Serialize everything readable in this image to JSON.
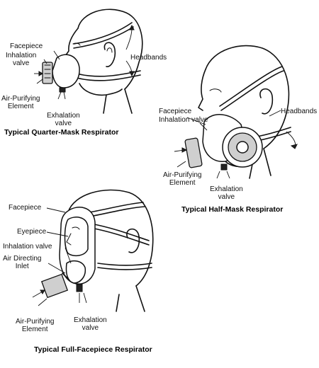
{
  "quarter_mask": {
    "caption": "Typical Quarter-Mask Respirator",
    "labels": {
      "facepiece": "Facepiece",
      "inhalation_valve": "Inhalation\nvalve",
      "air_purifying_element": "Air-Purifying\nElement",
      "exhalation_valve": "Exhalation\nvalve",
      "headbands": "Headbands"
    }
  },
  "half_mask": {
    "caption": "Typical Half-Mask Respirator",
    "labels": {
      "facepiece": "Facepiece",
      "inhalation_valve": "Inhalation valve",
      "headbands": "Headbands",
      "air_purifying_element": "Air-Purifying\nElement",
      "exhalation_valve": "Exhalation\nvalve"
    }
  },
  "full_facepiece": {
    "caption": "Typical Full-Facepiece Respirator",
    "labels": {
      "facepiece": "Facepiece",
      "eyepiece": "Eyepiece",
      "inhalation_valve": "Inhalation valve",
      "air_directing_inlet": "Air Directing\nInlet",
      "air_purifying_element": "Air-Purifying\nElement",
      "exhalation_valve": "Exhalation\nvalve"
    }
  }
}
